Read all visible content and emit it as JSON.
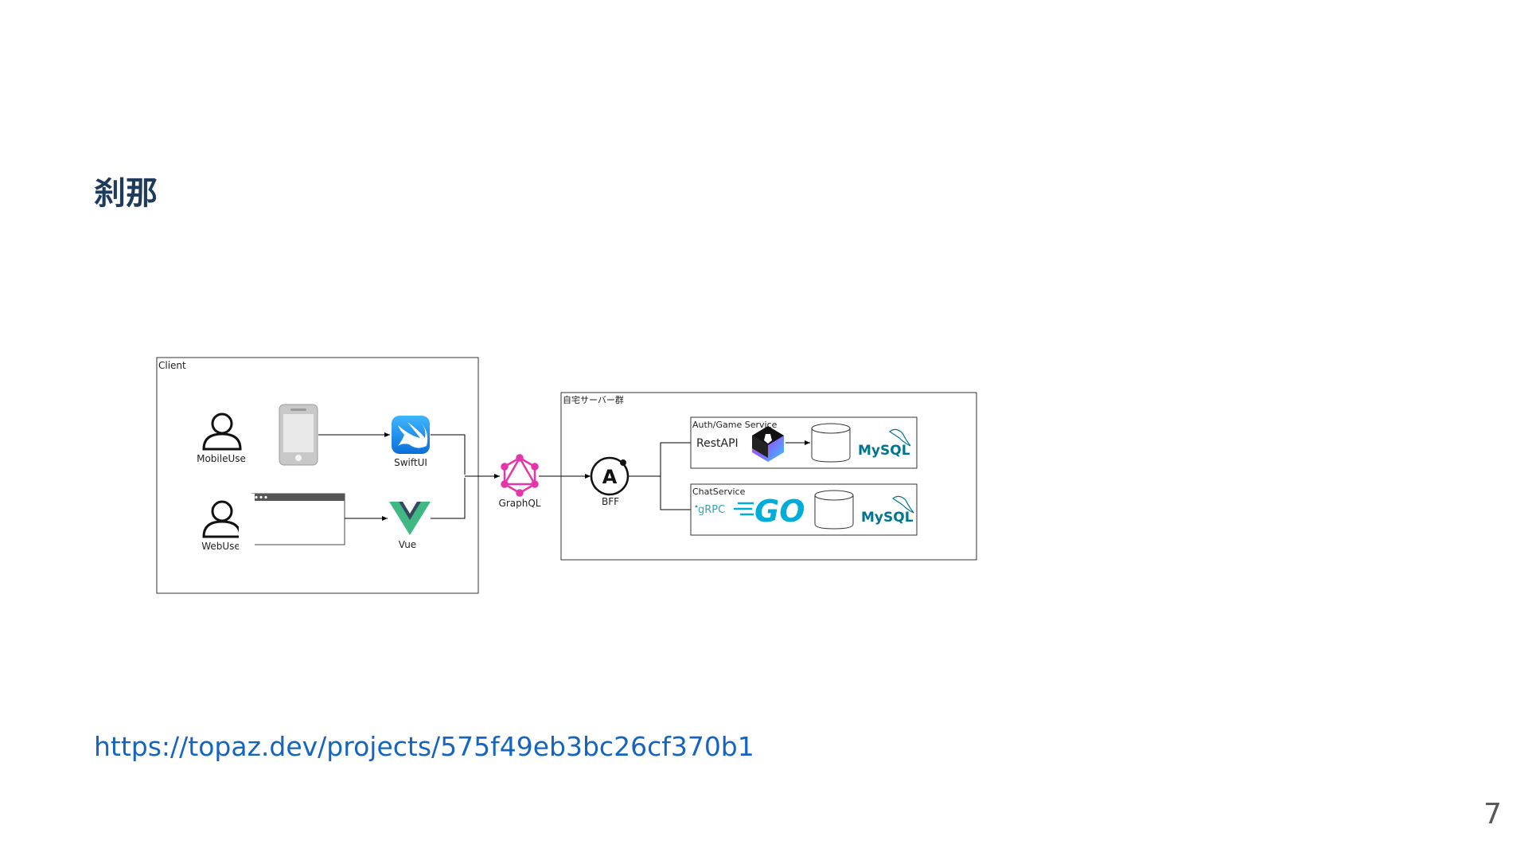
{
  "slide": {
    "title": "刹那",
    "link": "https://topaz.dev/projects/575f49eb3bc26cf370b1",
    "page_number": "7"
  },
  "diagram": {
    "client_group": "Client",
    "server_group": "自宅サーバー群",
    "mobile_user": "MobileUse",
    "web_user": "WebUser",
    "swiftui": "SwiftUI",
    "vue": "Vue",
    "graphql": "GraphQL",
    "bff": "BFF",
    "auth_service": "Auth/Game Service",
    "rest_api": "RestAPI",
    "chat_service": "ChatService",
    "grpc": "gRPC",
    "go": "GO",
    "mysql_1": "MySQL",
    "mysql_2": "MySQL"
  },
  "colors": {
    "title": "#1f3b5c",
    "link": "#1565c0",
    "graphql": "#e535ab",
    "vue_green": "#41b883",
    "vue_dark": "#34495e",
    "swift_blue": "#1a8cff",
    "go_cyan": "#00add8",
    "mysql_blue": "#00758f",
    "mysql_orange": "#f29111"
  }
}
